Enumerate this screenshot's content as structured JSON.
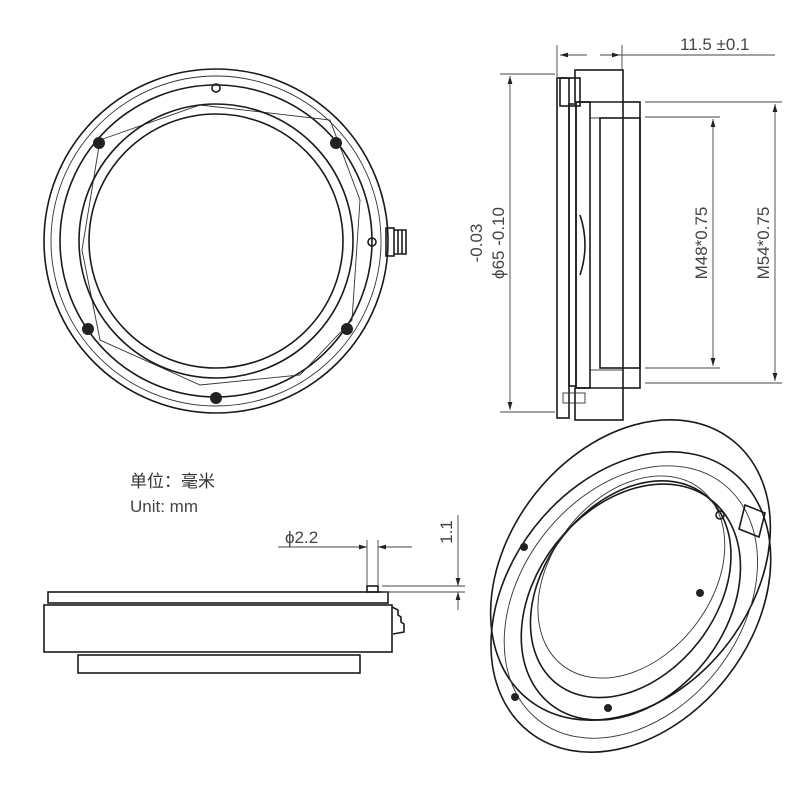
{
  "units": {
    "cn_label": "单位：毫米",
    "en_label": "Unit:  mm"
  },
  "dimensions": {
    "thickness": "11.5 ±0.1",
    "outer_diameter_tol_upper": "-0.03",
    "outer_diameter": "ϕ65 -0.10",
    "thread_inner": "M48*0.75",
    "thread_outer": "M54*0.75",
    "pin_diameter": "ϕ2.2",
    "pin_height": "1.1"
  },
  "colors": {
    "line": "#1a1a1a",
    "dimension": "#444444",
    "background": "#ffffff"
  }
}
